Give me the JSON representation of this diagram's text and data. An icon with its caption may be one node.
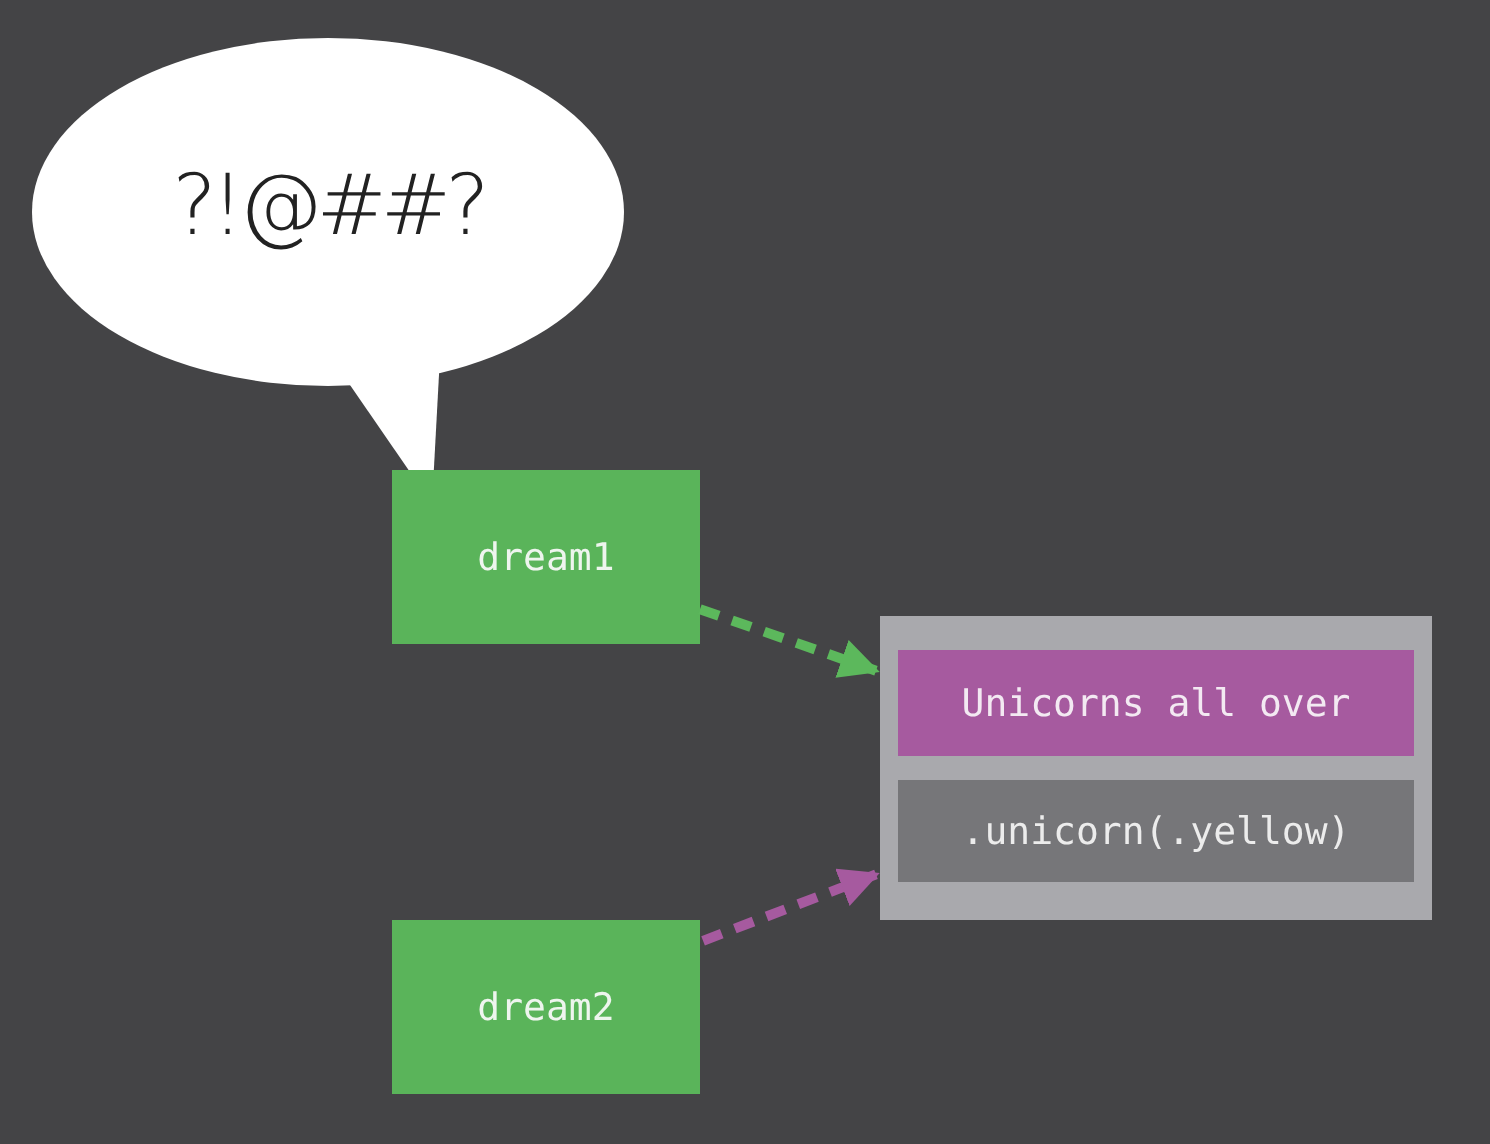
{
  "diagram": {
    "nodes": [
      {
        "text": [
          "?!@##?"
        ]
      },
      {
        "text": [
          "dream1"
        ]
      },
      {
        "text": [
          "dream2"
        ]
      },
      {
        "text": [],
        "shape": "box"
      },
      {
        "text": [
          "Unicorns all over"
        ],
        "in": 3
      },
      {
        "text": [
          ".unicorn(.yellow)"
        ],
        "in": 3
      }
    ],
    "edges": [
      {
        "from": 1,
        "to": 3,
        "arrow": "to",
        "style": "dashed",
        "color": "#5cb85c"
      },
      {
        "from": 2,
        "to": 3,
        "arrow": "to",
        "style": "dashed",
        "color": "#a65a9f"
      }
    ]
  }
}
